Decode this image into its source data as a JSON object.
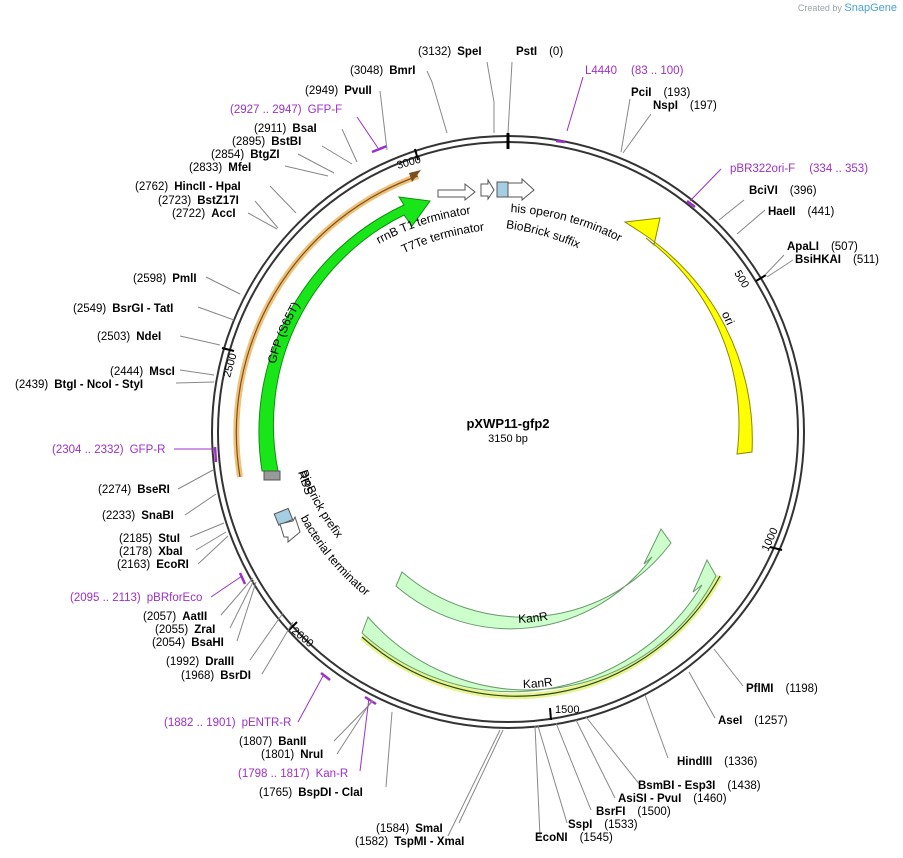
{
  "watermark": {
    "prefix": "Created by",
    "brand": "SnapGene"
  },
  "plasmid": {
    "name": "pXWP11-gfp2",
    "length_label": "3150 bp",
    "length": 3150
  },
  "ticks": [
    "500",
    "1000",
    "1500",
    "2000",
    "2500",
    "3000"
  ],
  "sites": [
    {
      "pos": "(3132)",
      "name": "SpeI"
    },
    {
      "pos": "(0)",
      "name": "PstI"
    },
    {
      "pos": "(3048)",
      "name": "BmrI"
    },
    {
      "pos": "(193)",
      "name": "PciI"
    },
    {
      "pos": "(197)",
      "name": "NspI"
    },
    {
      "pos": "(2949)",
      "name": "PvuII"
    },
    {
      "pos": "(396)",
      "name": "BciVI"
    },
    {
      "pos": "(2911)",
      "name": "BsaI"
    },
    {
      "pos": "(441)",
      "name": "HaeII"
    },
    {
      "pos": "(2895)",
      "name": "BstBI"
    },
    {
      "pos": "(2854)",
      "name": "BtgZI"
    },
    {
      "pos": "(2833)",
      "name": "MfeI"
    },
    {
      "pos": "(507)",
      "name": "ApaLI"
    },
    {
      "pos": "(511)",
      "name": "BsiHKAI"
    },
    {
      "pos": "(2762)",
      "name": "HincII  - HpaI"
    },
    {
      "pos": "(2723)",
      "name": "BstZ17I"
    },
    {
      "pos": "(2722)",
      "name": "AccI"
    },
    {
      "pos": "(2598)",
      "name": "PmlI"
    },
    {
      "pos": "(2549)",
      "name": "BsrGI  - TatI"
    },
    {
      "pos": "(2503)",
      "name": "NdeI"
    },
    {
      "pos": "(2444)",
      "name": "MscI"
    },
    {
      "pos": "(2439)",
      "name": "BtgI  - NcoI  - StyI"
    },
    {
      "pos": "(2274)",
      "name": "BseRI"
    },
    {
      "pos": "(2233)",
      "name": "SnaBI"
    },
    {
      "pos": "(2185)",
      "name": "StuI"
    },
    {
      "pos": "(2178)",
      "name": "XbaI"
    },
    {
      "pos": "(2163)",
      "name": "EcoRI"
    },
    {
      "pos": "(2057)",
      "name": "AatII"
    },
    {
      "pos": "(2055)",
      "name": "ZraI"
    },
    {
      "pos": "(2054)",
      "name": "BsaHI"
    },
    {
      "pos": "(1992)",
      "name": "DraIII"
    },
    {
      "pos": "(1968)",
      "name": "BsrDI"
    },
    {
      "pos": "(1198)",
      "name": "PflMI"
    },
    {
      "pos": "(1257)",
      "name": "AseI"
    },
    {
      "pos": "(1336)",
      "name": "HindIII"
    },
    {
      "pos": "(1807)",
      "name": "BanII"
    },
    {
      "pos": "(1801)",
      "name": "NruI"
    },
    {
      "pos": "(1438)",
      "name": "BsmBI  - Esp3I"
    },
    {
      "pos": "(1460)",
      "name": "AsiSI  - PvuI"
    },
    {
      "pos": "(1500)",
      "name": "BsrFI"
    },
    {
      "pos": "(1765)",
      "name": "BspDI  - ClaI"
    },
    {
      "pos": "(1533)",
      "name": "SspI"
    },
    {
      "pos": "(1545)",
      "name": "EcoNI"
    },
    {
      "pos": "(1584)",
      "name": "SmaI"
    },
    {
      "pos": "(1582)",
      "name": "TspMI  - XmaI"
    }
  ],
  "primers": [
    {
      "name": "L4440",
      "range": "(83 .. 100)"
    },
    {
      "name": "GFP-F",
      "range": "(2927 .. 2947)"
    },
    {
      "name": "pBR322ori-F",
      "range": "(334 .. 353)"
    },
    {
      "name": "GFP-R",
      "range": "(2304 .. 2332)"
    },
    {
      "name": "pBRforEco",
      "range": "(2095 .. 2113)"
    },
    {
      "name": "pENTR-R",
      "range": "(1882 .. 1901)"
    },
    {
      "name": "Kan-R",
      "range": "(1798 .. 1817)"
    }
  ],
  "features": {
    "ori": "ori",
    "gfp": "GFP (S65T)",
    "rbs": "RBS",
    "kanr_a": "KanR",
    "kanr_b": "KanR",
    "rrnb": "rrnB T1 terminator",
    "t7te": "T7Te terminator",
    "his": "his operon terminator",
    "biobrick_suffix": "BioBrick suffix",
    "biobrick_prefix": "BioBrick prefix",
    "bact_term": "bacterial terminator"
  },
  "colors": {
    "backbone": "#333333",
    "ori": "#ffff00",
    "gfp": "#19e619",
    "kanr": "#ccffcc",
    "primer": "#9b30c9",
    "terminator": "#ffffff",
    "biobrick": "#a6cee3",
    "rbs": "#999999"
  }
}
